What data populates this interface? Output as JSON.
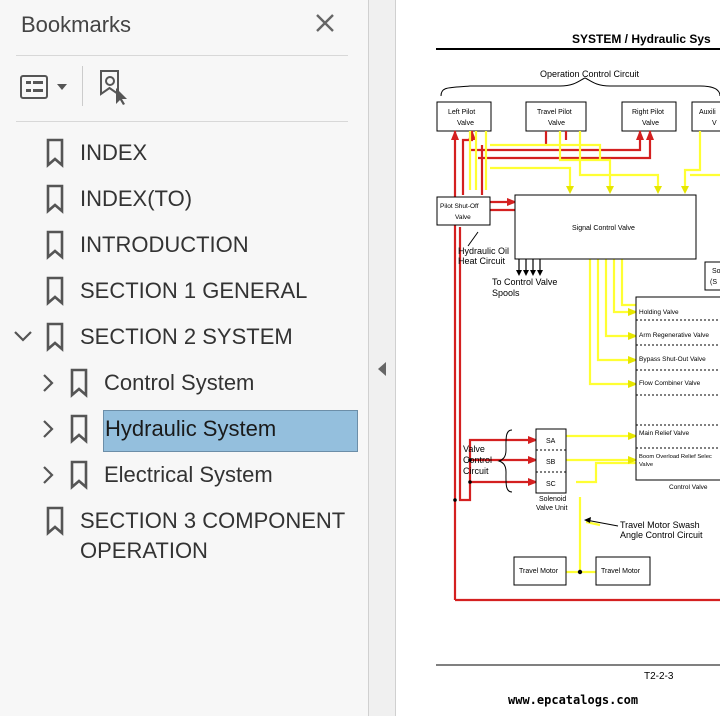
{
  "panel": {
    "title": "Bookmarks",
    "items": [
      {
        "label": "INDEX"
      },
      {
        "label": "INDEX(TO)"
      },
      {
        "label": "INTRODUCTION"
      },
      {
        "label": "SECTION 1 GENERAL"
      },
      {
        "label": "SECTION 2 SYSTEM"
      },
      {
        "label": "Control System"
      },
      {
        "label": "Hydraulic System"
      },
      {
        "label": "Electrical System"
      },
      {
        "label": "SECTION 3 COMPONENT"
      },
      {
        "label": "OPERATION"
      }
    ]
  },
  "doc": {
    "title": "SYSTEM / Hydraulic Sys",
    "page": "T2-2-3",
    "watermark": "www.epcatalogs.com",
    "diagram": {
      "operation_control_circuit": "Operation Control Circuit",
      "left_pilot_1": "Left Pilot",
      "left_pilot_2": "Valve",
      "travel_pilot_1": "Travel Pilot",
      "travel_pilot_2": "Valve",
      "right_pilot_1": "Right Pilot",
      "right_pilot_2": "Valve",
      "aux_1": "Auxili",
      "aux_2": "V",
      "pilot_shutoff_1": "Pilot Shut-Off",
      "pilot_shutoff_2": "Valve",
      "signal_control": "Signal Control Valve",
      "hyd_oil_1": "Hydraulic Oil",
      "hyd_oil_2": "Heat Circuit",
      "to_spools_1": "To Control Valve",
      "to_spools_2": "Spools",
      "sol_1": "So",
      "sol_2": "(S",
      "holding": "Holding Valve",
      "arm_regen": "Arm Regenerative Valve",
      "bypass": "Bypass Shut-Out Valve",
      "flow_combiner": "Flow Combiner Valve",
      "main_relief": "Main Relief Valve",
      "boom_overload_1": "Boom Overload Relief Selec",
      "boom_overload_2": "Valve",
      "control_valve": "Control Valve",
      "valve_control_1": "Valve",
      "valve_control_2": "Control",
      "valve_control_3": "Circuit",
      "sa": "SA",
      "sb": "SB",
      "sc": "SC",
      "solenoid_1": "Solenoid",
      "solenoid_2": "Valve Unit",
      "swash_1": "Travel Motor Swash",
      "swash_2": "Angle Control Circuit",
      "travel_motor_l": "Travel Motor",
      "travel_motor_r": "Travel Motor"
    }
  },
  "colors": {
    "red": "#d42020",
    "yellow": "#ffff33",
    "selected": "#94bfdd"
  }
}
